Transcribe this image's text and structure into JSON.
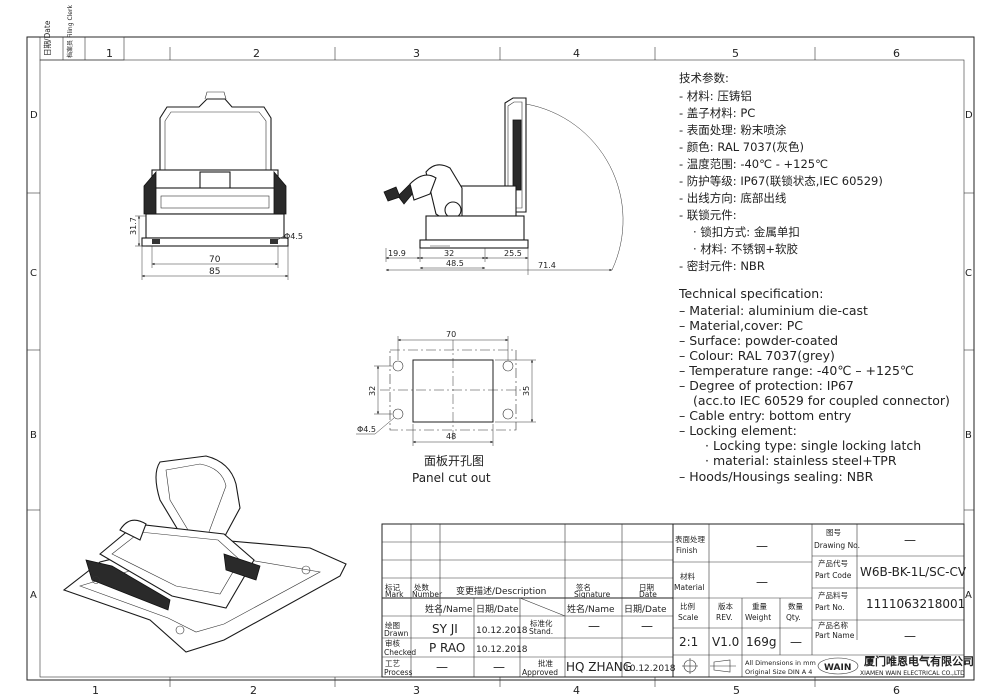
{
  "frame": {
    "col_numbers": [
      "1",
      "2",
      "3",
      "4",
      "5",
      "6"
    ],
    "row_letters": [
      "D",
      "C",
      "B",
      "A"
    ],
    "side_tab_1": "日期/Date",
    "side_tab_2": "档案员 Filing Clerk"
  },
  "views": {
    "front": {
      "dim_height": "31.7",
      "dim_hole": "Φ4.5",
      "dim_inner": "70",
      "dim_outer": "85"
    },
    "side": {
      "dim_19": "19.9",
      "dim_32": "32",
      "dim_25": "25.5",
      "dim_48": "48.5",
      "dim_71": "71.4"
    },
    "cutout": {
      "dim_70": "70",
      "dim_32": "32",
      "dim_35": "35",
      "dim_48": "48",
      "dim_hole": "Φ4.5",
      "caption_cn": "面板开孔图",
      "caption_en": "Panel cut out"
    }
  },
  "specs_cn": {
    "title": "技术参数:",
    "lines": [
      "- 材料: 压铸铝",
      "- 盖子材料: PC",
      "- 表面处理: 粉末喷涂",
      "- 颜色: RAL 7037(灰色)",
      "- 温度范围: -40℃ - +125℃",
      "- 防护等级: IP67(联锁状态,IEC 60529)",
      "- 出线方向: 底部出线",
      "- 联锁元件:",
      "  · 锁扣方式: 金属单扣",
      "  · 材料: 不锈钢+软胶",
      "- 密封元件: NBR"
    ]
  },
  "specs_en": {
    "title": "Technical specification:",
    "lines": [
      "– Material: aluminium die-cast",
      "– Material,cover: PC",
      "– Surface: powder-coated",
      "– Colour: RAL 7037(grey)",
      "– Temperature range: -40℃ – +125℃",
      "– Degree of protection: IP67",
      "  (acc.to IEC 60529 for coupled connector)",
      "– Cable entry: bottom entry",
      "– Locking element:",
      "     · Locking type: single locking latch",
      "     · material: stainless steel+TPR",
      "– Hoods/Housings sealing: NBR"
    ]
  },
  "title_block": {
    "finish_label_cn": "表面处理",
    "finish_label_en": "Finish",
    "finish_value": "—",
    "material_label_cn": "材料",
    "material_label_en": "Material",
    "material_value": "—",
    "drawing_no_label_cn": "图号",
    "drawing_no_label_en": "Drawing No.",
    "drawing_no_value": "—",
    "part_code_label_cn": "产品代号",
    "part_code_label_en": "Part Code",
    "part_code_value": "W6B-BK-1L/SC-CV",
    "part_no_label_cn": "产品料号",
    "part_no_label_en": "Part No.",
    "part_no_value": "1111063218001",
    "part_name_label_cn": "产品名称",
    "part_name_label_en": "Part Name",
    "part_name_value": "—",
    "scale_label_cn": "比例",
    "scale_label_en": "Scale",
    "scale_value": "2:1",
    "rev_label_cn": "版本",
    "rev_label_en": "REV.",
    "rev_value": "V1.0",
    "weight_label_cn": "重量",
    "weight_label_en": "Weight",
    "weight_value": "169g",
    "qty_label_cn": "数量",
    "qty_label_en": "Qty.",
    "qty_value": "—",
    "dims_note_1": "All Dimensions in mm",
    "dims_note_2": "Original Size DIN A 4",
    "company_logo": "WAIN",
    "company_cn": "厦门唯恩电气有限公司",
    "company_en": "XIAMEN WAIN ELECTRICAL CO.,LTD",
    "rev_head_mark_cn": "标记",
    "rev_head_mark_en": "Mark",
    "rev_head_number_cn": "处数",
    "rev_head_number_en": "Number",
    "rev_head_desc": "变更描述/Description",
    "rev_head_sig_cn": "签名",
    "rev_head_sig_en": "Signature",
    "rev_head_date_cn": "日期",
    "rev_head_date_en": "Date",
    "col_name": "姓名/Name",
    "col_date": "日期/Date",
    "col_name2": "姓名/Name",
    "col_date2": "日期/Date",
    "drawn_cn": "绘图",
    "drawn_en": "Drawn",
    "drawn_name": "SY JI",
    "drawn_date": "10.12.2018",
    "checked_cn": "审核",
    "checked_en": "Checked",
    "checked_name": "P RAO",
    "checked_date": "10.12.2018",
    "process_cn": "工艺",
    "process_en": "Process",
    "process_name": "—",
    "process_date": "—",
    "stand_cn": "标准化",
    "stand_en": "Stand.",
    "stand_name": "—",
    "stand_date": "—",
    "approved_cn": "批准",
    "approved_en": "Approved",
    "approved_name": "HQ ZHANG",
    "approved_date": "10.12.2018"
  }
}
